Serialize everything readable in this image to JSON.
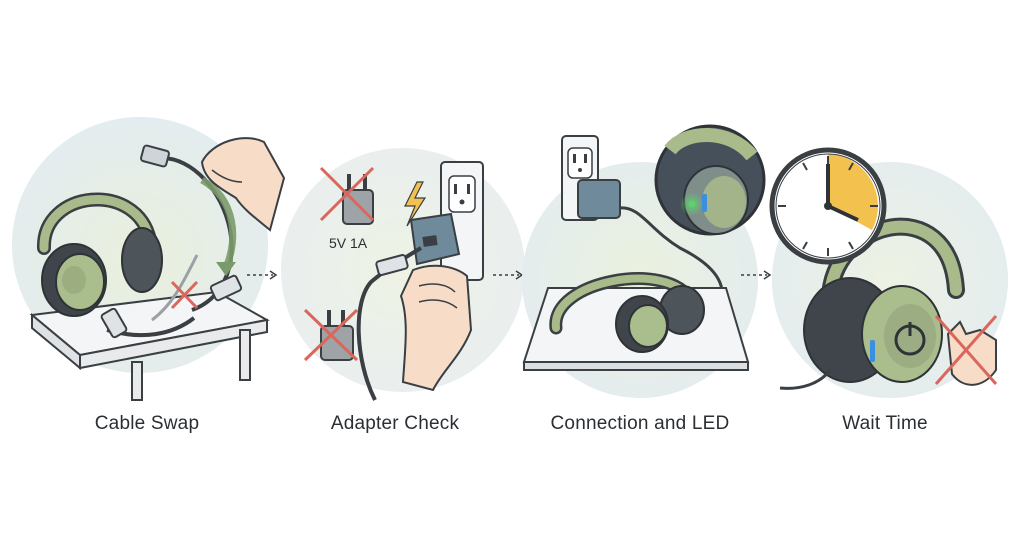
{
  "steps": [
    {
      "label": "Cable Swap"
    },
    {
      "label": "Adapter Check",
      "adapter_rating": "5V 1A"
    },
    {
      "label": "Connection and LED"
    },
    {
      "label": "Wait Time"
    }
  ],
  "colors": {
    "accent_green": "#a9bb8a",
    "wrong_red": "#d9675c",
    "led_green": "#5fd06f",
    "led_blue": "#3a8fe0",
    "clock_wedge": "#f2c14e",
    "bubble_green": "#e7efd9",
    "bubble_blue": "#e6eef1"
  }
}
